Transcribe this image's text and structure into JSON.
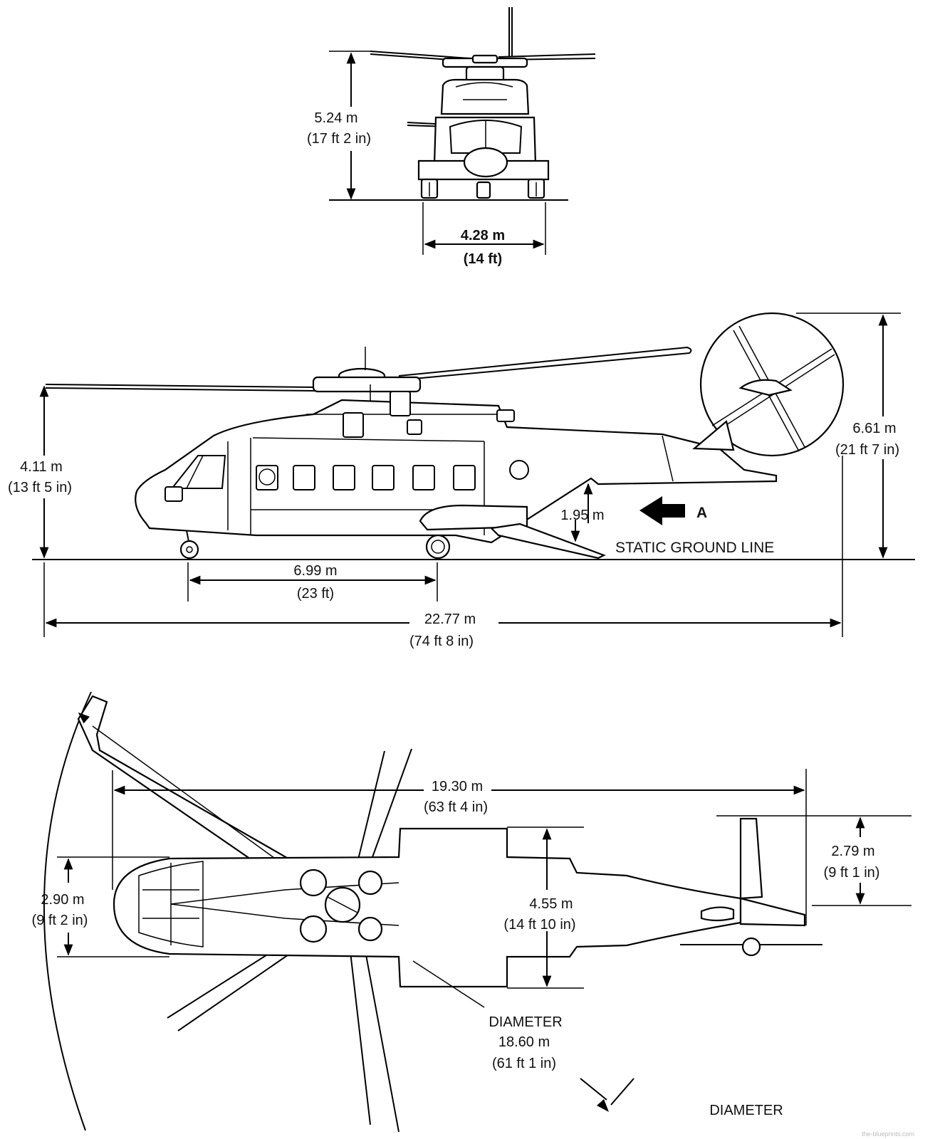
{
  "front_view": {
    "height": {
      "metric": "5.24 m",
      "imperial": "(17 ft 2 in)"
    },
    "track": {
      "metric": "4.28 m",
      "imperial": "(14 ft)"
    }
  },
  "side_view": {
    "height_main_rotor": {
      "metric": "4.11 m",
      "imperial": "(13 ft 5 in)"
    },
    "height_tail_rotor": {
      "metric": "6.61 m",
      "imperial": "(21 ft 7 in)"
    },
    "ramp_height": {
      "metric": "1.95 m"
    },
    "wheelbase": {
      "metric": "6.99 m",
      "imperial": "(23 ft)"
    },
    "overall_length": {
      "metric": "22.77 m",
      "imperial": "(74 ft 8 in)"
    },
    "view_arrow_label": "A",
    "ground_line_label": "STATIC GROUND LINE"
  },
  "top_view": {
    "fuselage_length": {
      "metric": "19.30 m",
      "imperial": "(63 ft 4 in)"
    },
    "fuselage_width": {
      "metric": "2.90 m",
      "imperial": "(9 ft 2 in)"
    },
    "sponson_width": {
      "metric": "4.55 m",
      "imperial": "(14 ft 10 in)"
    },
    "tailplane_width": {
      "metric": "2.79 m",
      "imperial": "(9 ft 1 in)"
    },
    "main_rotor": {
      "label": "DIAMETER",
      "metric": "18.60 m",
      "imperial": "(61 ft 1 in)"
    },
    "tail_rotor_label": "DIAMETER"
  },
  "watermark": "the-blueprints.com"
}
